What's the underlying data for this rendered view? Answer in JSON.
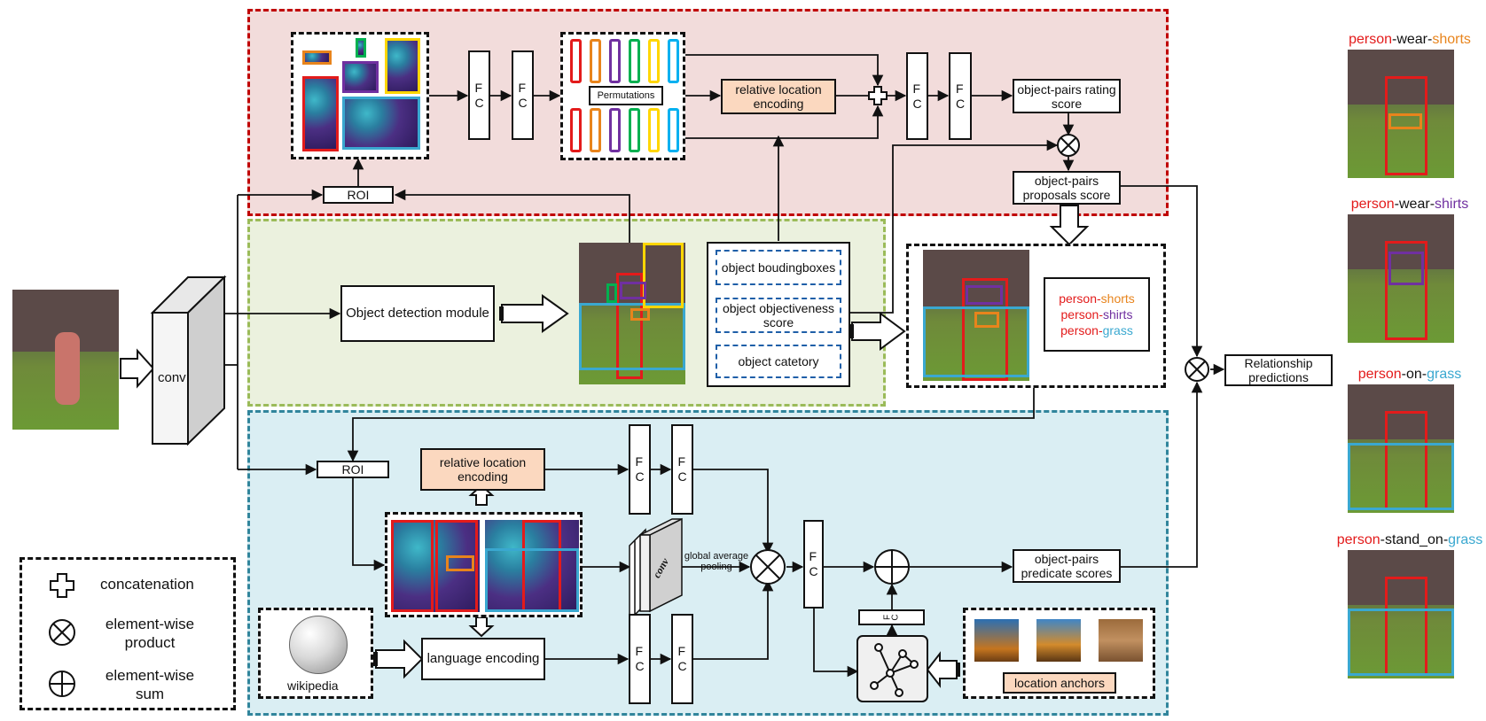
{
  "labels": {
    "conv": "conv",
    "roi_top": "ROI",
    "roi_bottom": "ROI",
    "fc": "F\nC",
    "permutations": "Permutations",
    "rel_loc_top": "relative location encoding",
    "rel_loc_bottom": "relative location encoding",
    "rating_score": "object-pairs rating score",
    "proposals_score": "object-pairs proposals score",
    "detection_module": "Object detection module",
    "bboxes": "object boudingboxes",
    "objectiveness": "object objectiveness score",
    "category": "object catetory",
    "relationship_predictions": "Relationship predictions",
    "global_avg_pooling": "global average pooling",
    "conv_small": "conv",
    "language_encoding": "language encoding",
    "wikipedia": "wikipedia",
    "predicate_scores": "object-pairs predicate scores",
    "location_anchors": "location anchors"
  },
  "pairs": [
    {
      "subject": "person",
      "object": "shorts"
    },
    {
      "subject": "person",
      "object": "shirts"
    },
    {
      "subject": "person",
      "object": "grass"
    }
  ],
  "predictions": [
    {
      "subject": "person",
      "sep1": "-",
      "predicate": "wear",
      "sep2": "-",
      "object": "shorts",
      "object_color": "#e8841c"
    },
    {
      "subject": "person",
      "sep1": "-",
      "predicate": "wear",
      "sep2": "-",
      "object": "shirts",
      "object_color": "#7030a0"
    },
    {
      "subject": "person",
      "sep1": "-",
      "predicate": "on",
      "sep2": "-",
      "object": "grass",
      "object_color": "#3aa8d0"
    },
    {
      "subject": "person",
      "sep1": "-",
      "predicate": "stand_on",
      "sep2": "-",
      "object": "grass",
      "object_color": "#3aa8d0"
    }
  ],
  "legend": {
    "concatenation": "concatenation",
    "product": "element-wise product",
    "sum": "element-wise sum"
  },
  "colors": {
    "subject": "#e31b1b",
    "shorts": "#e8841c",
    "shirts": "#7030a0",
    "grass": "#3aa8d0",
    "panel_red_border": "#c00000",
    "panel_red_fill": "#f2dcdb",
    "panel_green_border": "#9bbb59",
    "panel_green_fill": "#ebf1de",
    "panel_blue_border": "#31859c",
    "panel_blue_fill": "#daeef3",
    "peach": "#fbd8bf"
  },
  "permutation_colors": [
    "#e31b1b",
    "#e8841c",
    "#7030a0",
    "#00b050",
    "#ffd600",
    "#00b0f0"
  ]
}
